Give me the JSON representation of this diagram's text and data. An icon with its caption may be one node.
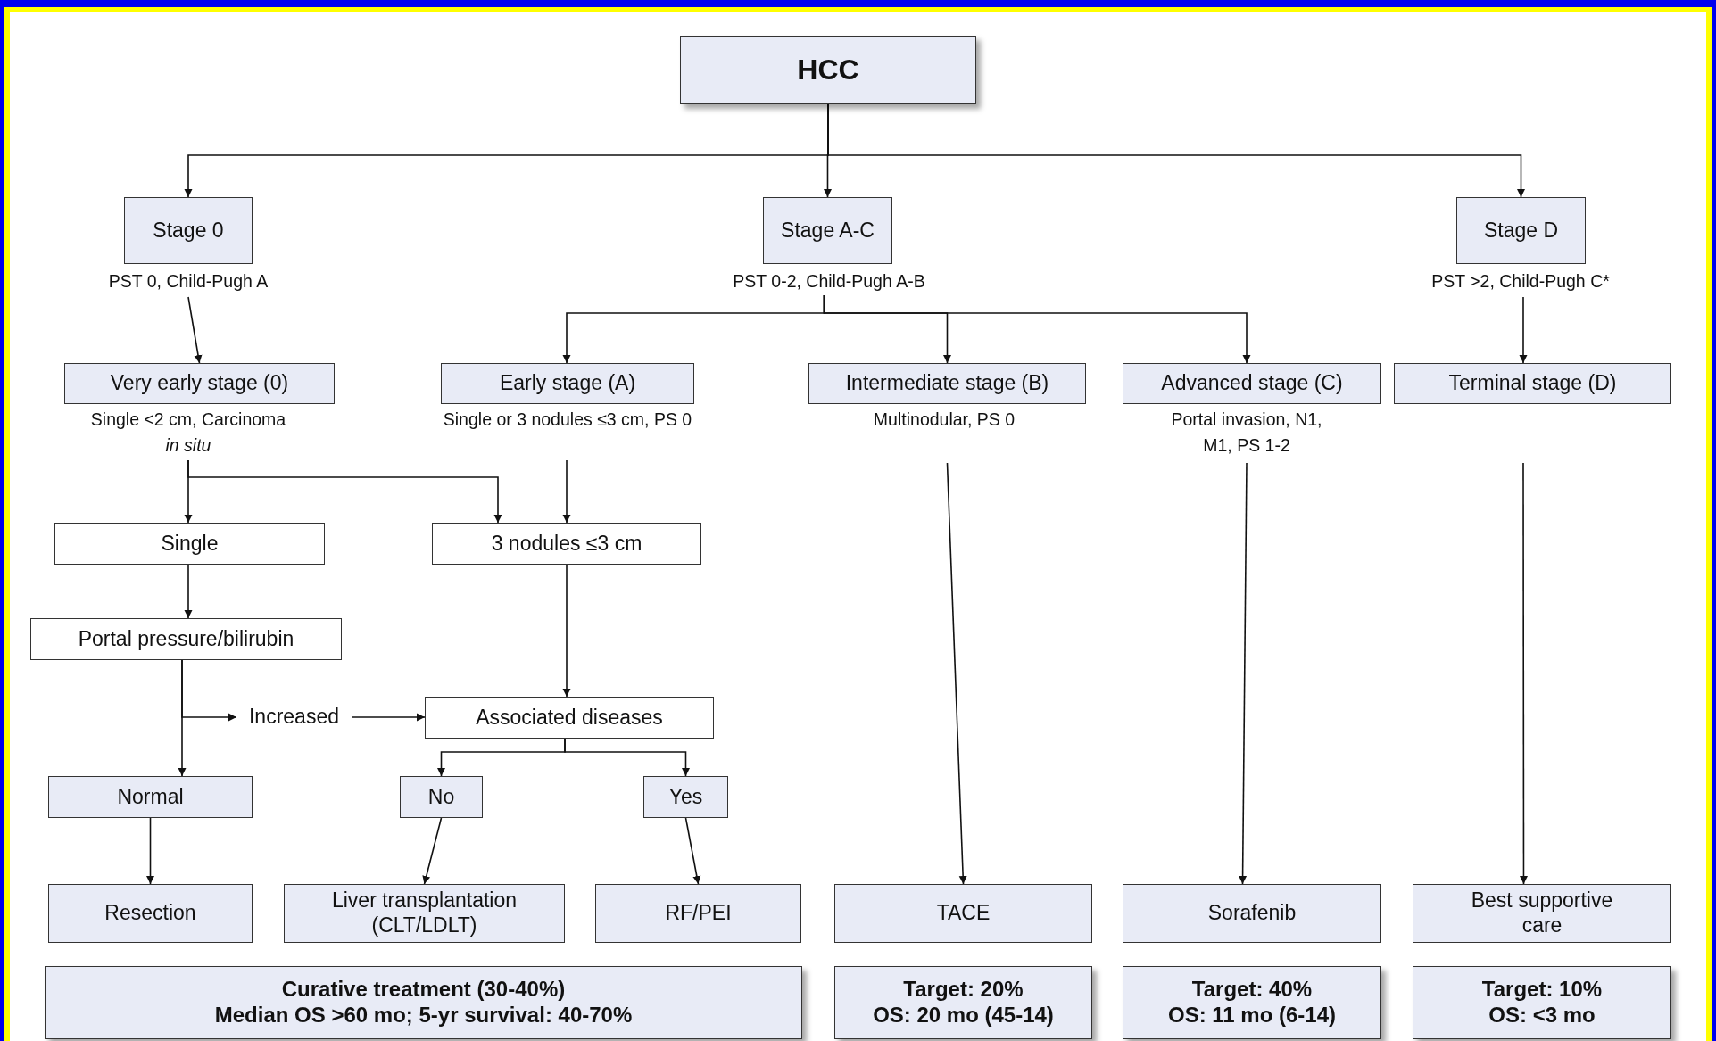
{
  "diagram": {
    "nodes": [
      {
        "text": [
          "HCC"
        ]
      },
      {
        "text": [
          "Stage 0"
        ],
        "beside": [
          "PST 0, Child-Pugh A"
        ]
      },
      {
        "text": [
          "Stage A-C"
        ],
        "beside": [
          "PST 0-2, Child-Pugh A-B"
        ]
      },
      {
        "text": [
          "Stage D"
        ],
        "beside": [
          "PST >2, Child-Pugh C*"
        ]
      },
      {
        "text": [
          "Very early stage (0)"
        ],
        "beside": [
          "Single <2 cm, Carcinoma *in situ*"
        ]
      },
      {
        "text": [
          "Early stage (A)"
        ],
        "beside": [
          "Single or 3 nodules ≤3 cm, PS 0"
        ]
      },
      {
        "text": [
          "Intermediate stage (B)"
        ],
        "beside": [
          "Multinodular, PS 0"
        ]
      },
      {
        "text": [
          "Advanced stage (C)"
        ],
        "beside": [
          "Portal invasion, N1, M1, PS 1-2"
        ]
      },
      {
        "text": [
          "Terminal stage (D)"
        ]
      },
      {
        "text": [
          "Single"
        ]
      },
      {
        "text": [
          "3 nodules ≤3 cm"
        ]
      },
      {
        "text": [
          "Portal pressure/bilirubin"
        ]
      },
      {
        "text": [
          "Increased"
        ]
      },
      {
        "text": [
          "Associated diseases"
        ]
      },
      {
        "text": [
          "Normal"
        ]
      },
      {
        "text": [
          "No"
        ]
      },
      {
        "text": [
          "Yes"
        ]
      },
      {
        "text": [
          "Resection"
        ]
      },
      {
        "text": [
          "Liver transplantation (CLT/LDLT)"
        ]
      },
      {
        "text": [
          "RF/PEI"
        ]
      },
      {
        "text": [
          "TACE"
        ]
      },
      {
        "text": [
          "Sorafenib"
        ]
      },
      {
        "text": [
          "Best supportive care"
        ]
      },
      {
        "text": [
          "Curative treatment (30-40%)",
          "Median OS >60 mo; 5-yr survival: 40-70%"
        ]
      },
      {
        "text": [
          "Target: 20%",
          "OS: 20 mo (45-14)"
        ]
      },
      {
        "text": [
          "Target: 40%",
          "OS: 11 mo (6-14)"
        ]
      },
      {
        "text": [
          "Target: 10%",
          "OS: <3 mo"
        ]
      }
    ],
    "edges": [
      {
        "from": 0,
        "to": 1,
        "arrow": "to"
      },
      {
        "from": 0,
        "to": 2,
        "arrow": "to"
      },
      {
        "from": 0,
        "to": 3,
        "arrow": "to"
      },
      {
        "from": 1,
        "to": 4,
        "arrow": "to"
      },
      {
        "from": 2,
        "to": 5,
        "arrow": "to"
      },
      {
        "from": 2,
        "to": 6,
        "arrow": "to"
      },
      {
        "from": 2,
        "to": 7,
        "arrow": "to"
      },
      {
        "from": 3,
        "to": 8,
        "arrow": "to"
      },
      {
        "from": 4,
        "to": 9,
        "arrow": "to"
      },
      {
        "from": 4,
        "to": 10,
        "arrow": "to"
      },
      {
        "from": 5,
        "to": 10,
        "arrow": "to"
      },
      {
        "from": 9,
        "to": 11,
        "arrow": "to"
      },
      {
        "from": 10,
        "to": 13,
        "arrow": "to"
      },
      {
        "from": 11,
        "to": 12,
        "arrow": "to"
      },
      {
        "from": 11,
        "to": 14,
        "arrow": "to"
      },
      {
        "from": 12,
        "to": 13,
        "arrow": "to"
      },
      {
        "from": 13,
        "to": 15,
        "arrow": "to"
      },
      {
        "from": 13,
        "to": 16,
        "arrow": "to"
      },
      {
        "from": 14,
        "to": 17,
        "arrow": "to"
      },
      {
        "from": 15,
        "to": 18,
        "arrow": "to"
      },
      {
        "from": 16,
        "to": 19,
        "arrow": "to"
      },
      {
        "from": 6,
        "to": 20,
        "arrow": "to"
      },
      {
        "from": 7,
        "to": 21,
        "arrow": "to"
      },
      {
        "from": 8,
        "to": 22,
        "arrow": "to"
      }
    ]
  }
}
